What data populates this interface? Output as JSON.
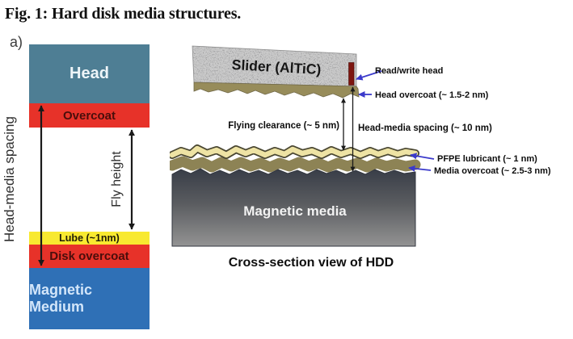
{
  "figure": {
    "title": "Fig. 1: Hard disk media structures.",
    "panel_label": "a)"
  },
  "left_diagram": {
    "rotated_label": "Head-media spacing",
    "fly_height_label": "Fly height",
    "layers": [
      {
        "name": "head",
        "label": "Head",
        "color": "#4e7e94"
      },
      {
        "name": "head-overcoat",
        "label": "Overcoat",
        "color": "#e73229"
      },
      {
        "name": "lube",
        "label": "Lube (~1nm)",
        "color": "#f8e930"
      },
      {
        "name": "disk-overcoat",
        "label": "Disk overcoat",
        "color": "#e73229"
      },
      {
        "name": "magnetic-medium",
        "label": "Magnetic Medium",
        "color": "#2f70b6"
      }
    ]
  },
  "right_diagram": {
    "slider_label": "Slider (AlTiC)",
    "annotations": {
      "read_write_head": "Read/write head",
      "head_overcoat": "Head overcoat (~ 1.5-2 nm)",
      "flying_clearance": "Flying clearance (~ 5 nm)",
      "head_media_spacing": "Head-media spacing (~ 10 nm)",
      "pfpe_lubricant": "PFPE lubricant (~ 1 nm)",
      "media_overcoat": "Media overcoat (~ 2.5-3 nm)"
    },
    "magnetic_media_label": "Magnetic media",
    "caption": "Cross-section view of HDD"
  },
  "colors": {
    "head_teal": "#4e7e94",
    "overcoat_red": "#e73229",
    "lube_yellow": "#f8e930",
    "medium_blue": "#2f70b6",
    "slider_gray": "#cbcbcb",
    "head_overcoat_olive": "#978c5a",
    "lubricant_pale_yellow": "#eee3a4",
    "media_overcoat_olive": "#8d8355",
    "media_dark_top": "#383d47",
    "media_light_bottom": "#939393",
    "read_write_head_maroon": "#7d150f",
    "annotation_arrow_blue": "#3b3acb",
    "arrow_black": "#1a1a1a"
  }
}
